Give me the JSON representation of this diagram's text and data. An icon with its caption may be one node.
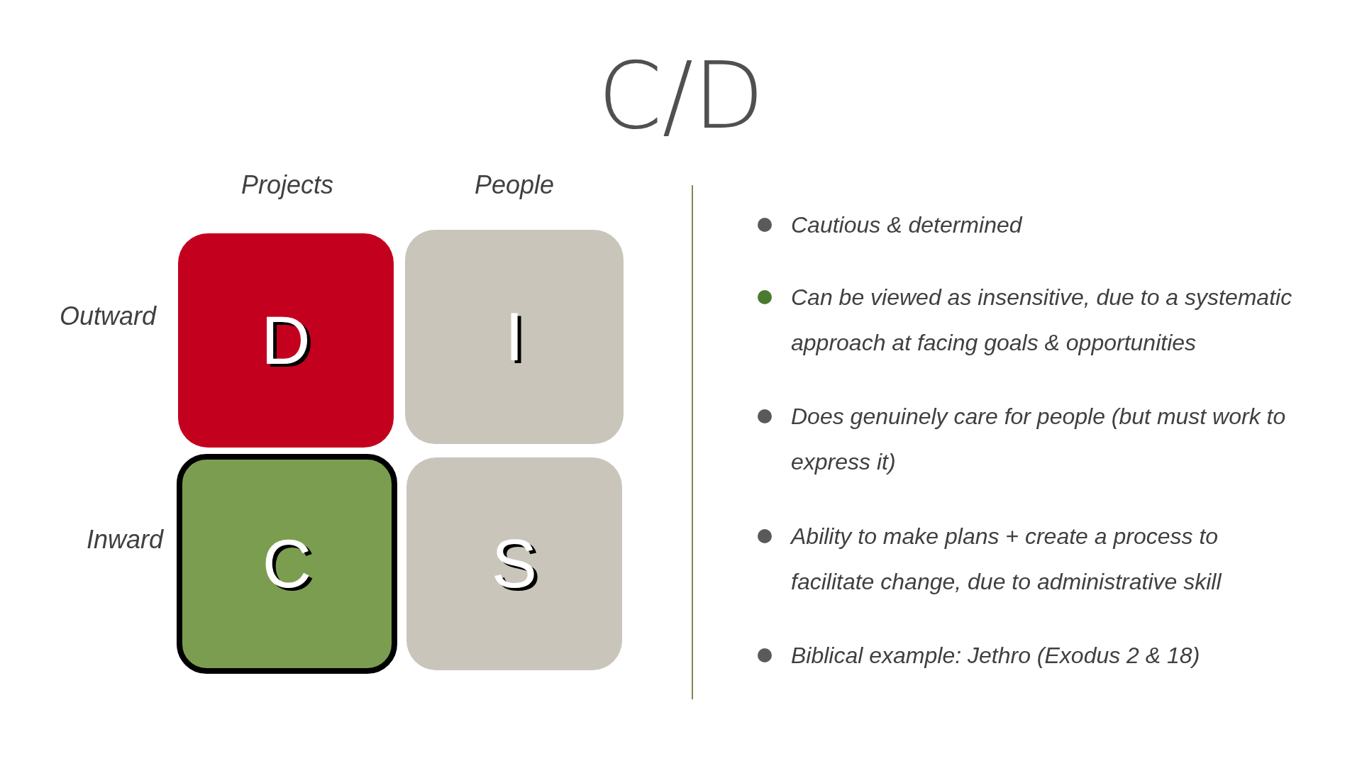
{
  "diagram": {
    "title": "C/D",
    "nodes": [
      {
        "text": [
          "D"
        ]
      },
      {
        "text": [
          "I"
        ]
      },
      {
        "text": [
          "C"
        ]
      },
      {
        "text": [
          "S"
        ]
      }
    ],
    "edges": [],
    "labels": [
      "Projects",
      "People",
      "Outward",
      "Inward",
      "Cautious & determined",
      "Can be viewed as insensitive, due to a systematic approach at facing goals & opportunities",
      "Does genuinely care for people (but must work to express it)",
      "Ability to make plans + create a process to facilitate change, due to administrative skill",
      "Biblical example: Jethro (Exodus 2 & 18)"
    ]
  }
}
